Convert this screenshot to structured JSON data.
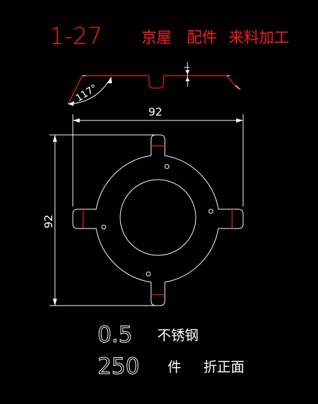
{
  "title": {
    "part_no": "1-27",
    "customer": "京屋",
    "item": "配件",
    "process": "来料加工"
  },
  "drawing": {
    "bend_angle": "117°",
    "width_dim": "92",
    "height_dim": "92"
  },
  "spec": {
    "thickness": "0.5",
    "material": "不锈钢",
    "quantity": "250",
    "quantity_unit": "件",
    "note": "折正面"
  },
  "colors": {
    "background": "#000000",
    "annotation_red": "#ff1a1a",
    "line_white": "#ffffff"
  }
}
